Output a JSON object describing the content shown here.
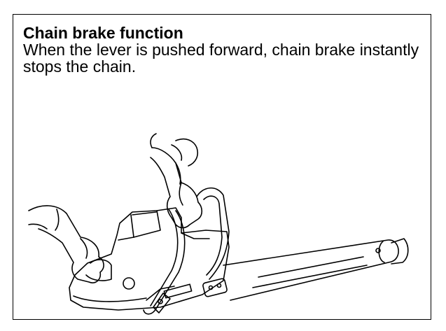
{
  "document": {
    "title": "Chain brake function",
    "body": "When the lever is pushed forward, chain brake instantly stops the chain."
  },
  "illustration": {
    "icon": "chainsaw-chain-brake-illustration"
  }
}
